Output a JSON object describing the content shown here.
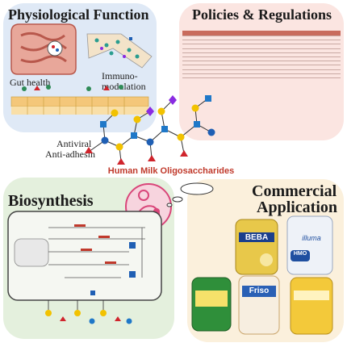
{
  "quadrants": {
    "physiological": {
      "title": "Physiological Function",
      "labels": {
        "gut": "Gut health",
        "immuno_1": "Immuno-",
        "immuno_2": "modulation",
        "antiviral_1": "Antiviral",
        "antiviral_2": "Anti-adhesin"
      }
    },
    "policies": {
      "title": "Policies & Regulations"
    },
    "biosynthesis": {
      "title": "Biosynthesis"
    },
    "commercial": {
      "title_1": "Commercial",
      "title_2": "Application"
    }
  },
  "center": {
    "label": "Human Milk Oligosaccharides"
  },
  "products": [
    {
      "name": "BEBA",
      "color": "#c9a227"
    },
    {
      "name": "illuma",
      "color": "#e9eef6"
    },
    {
      "name": "HMO",
      "color": "#1f4fa0"
    },
    {
      "name": "Friso",
      "color": "#2a60b5"
    }
  ],
  "colors": {
    "glucose": "#1f5fb4",
    "galactose": "#f2c200",
    "fucose": "#d0242c",
    "sialic": "#8a2be2",
    "glcnac": "#1f78c8",
    "accent": "#c0392b"
  }
}
